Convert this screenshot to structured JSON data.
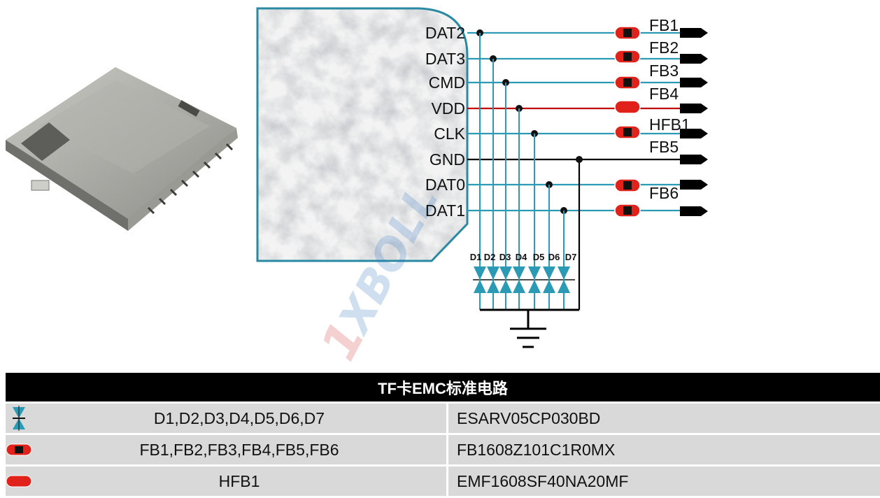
{
  "pins": [
    "DAT2",
    "DAT3",
    "CMD",
    "VDD",
    "CLK",
    "GND",
    "DAT0",
    "DAT1"
  ],
  "filters": [
    "FB1",
    "FB2",
    "FB3",
    "FB4",
    "HFB1",
    "FB5",
    "FB6"
  ],
  "diodes": [
    "D1",
    "D2",
    "D3",
    "D4",
    "D5",
    "D6",
    "D7"
  ],
  "watermark": "1XBOLL",
  "colors": {
    "signal": "#2b9bb5",
    "power": "#c00000",
    "ground": "#000000",
    "ferrite": "#e0221b"
  },
  "table": {
    "title": "TF卡EMC标准电路",
    "rows": [
      {
        "icon": "tvs-diode-icon",
        "parts": "D1,D2,D3,D4,D5,D6,D7",
        "pn": "ESARV05CP030BD"
      },
      {
        "icon": "ferrite-bead-icon",
        "parts": "FB1,FB2,FB3,FB4,FB5,FB6",
        "pn": "FB1608Z101C1R0MX"
      },
      {
        "icon": "ferrite-bead-icon",
        "parts": "HFB1",
        "pn": "EMF1608SF40NA20MF"
      }
    ]
  }
}
